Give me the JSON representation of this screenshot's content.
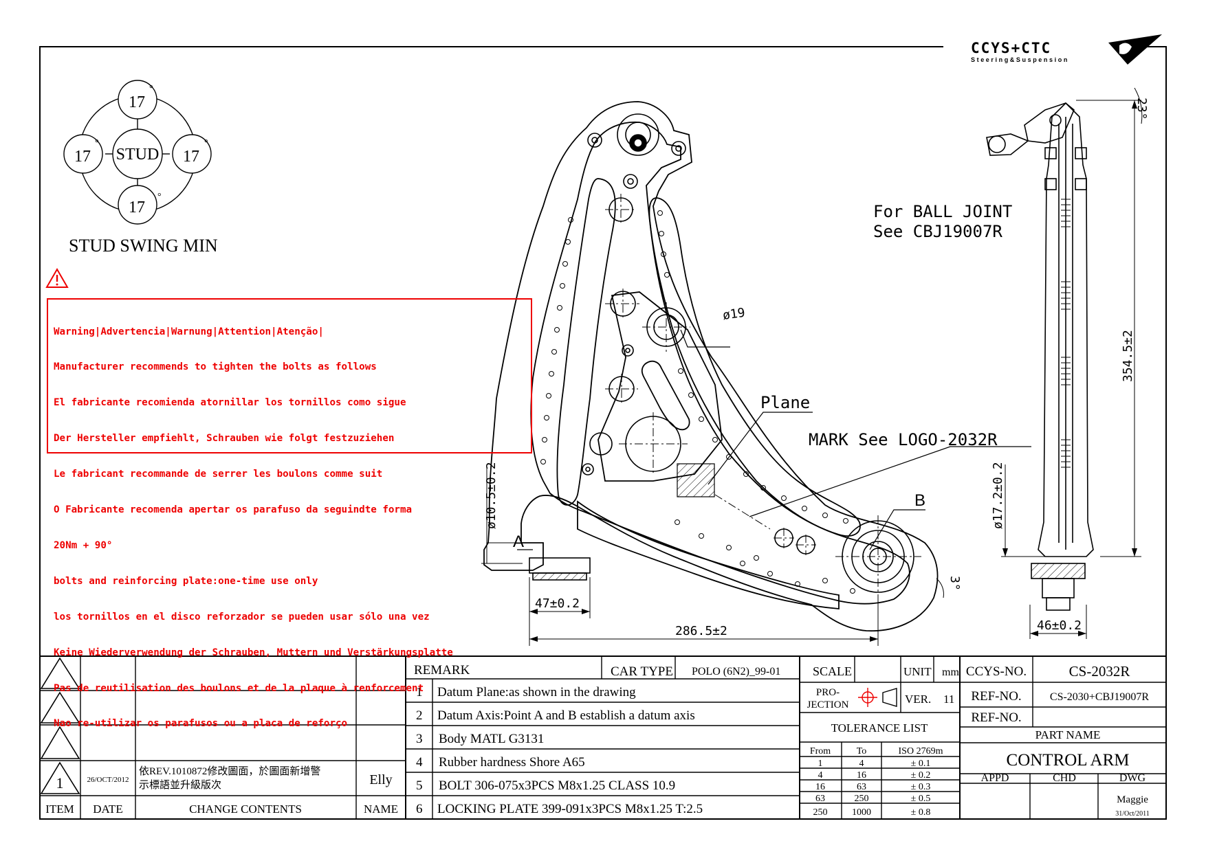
{
  "brand": {
    "name": "CCYS+CTC",
    "tagline": "Steering&Suspension"
  },
  "stud_swing": {
    "center_label": "STUD",
    "angles": [
      "17",
      "17",
      "17",
      "17"
    ],
    "degree": "°",
    "title": "STUD SWING MIN"
  },
  "warning": {
    "lines": [
      "Warning|Advertencia|Warnung|Attention|Atenção|",
      "Manufacturer recommends to tighten the bolts as follows",
      "El fabricante recomienda atornillar los tornillos como sigue",
      "Der Hersteller empfiehlt, Schrauben wie folgt festzuziehen",
      "Le fabricant recommande de serrer les boulons comme suit",
      "O Fabricante recomenda apertar os parafuso da seguindte forma",
      "20Nm + 90°",
      "bolts and reinforcing plate:one-time use only",
      "los tornillos en el disco reforzador se pueden usar sólo una vez",
      "Keine Wiederverwendung der Schrauben, Muttern und Verstärkungsplatte",
      "Pas de reutilisation des boulons et de la plaque à renforcement",
      "Nao re-utilizar os parafusos ou a placa de reforço"
    ],
    "color": "#e00000"
  },
  "annotations": {
    "ball_joint_line1": "For BALL JOINT",
    "ball_joint_line2": "See CBJ19007R",
    "bore": "ø19",
    "plane": "Plane",
    "mark": "MARK See LOGO-2032R",
    "point_a": "A",
    "point_b": "B",
    "angle_23": "23°",
    "angle_3": "3°"
  },
  "dimensions": {
    "d_10_5": "ø10.5±0.2",
    "w_47": "47±0.2",
    "l_286_5": "286.5±2",
    "d_17_2": "ø17.2±0.2",
    "h_354_5": "354.5±2",
    "w_46": "46±0.2"
  },
  "title_block": {
    "remark_header": "REMARK",
    "car_type_label": "CAR TYPE",
    "car_type_value": "POLO (6N2)_99-01",
    "remarks": [
      {
        "num": "1",
        "text": "Datum Plane:as shown in the drawing"
      },
      {
        "num": "2",
        "text": "Datum Axis:Point A and B establish a datum axis"
      },
      {
        "num": "3",
        "text": "Body MATL G3131"
      },
      {
        "num": "4",
        "text": "Rubber hardness Shore A65"
      },
      {
        "num": "5",
        "text": "BOLT 306-075x3PCS M8x1.25 CLASS 10.9"
      },
      {
        "num": "6",
        "text": "LOCKING PLATE 399-091x3PCS M8x1.25 T:2.5"
      }
    ],
    "revision": {
      "item": "1",
      "date": "26/OCT/2012",
      "change_line1": "依REV.1010872修改圖面，於圖面新增警",
      "change_line2": "示標語並升級版次",
      "name": "Elly"
    },
    "headers": {
      "item": "ITEM",
      "date": "DATE",
      "change": "CHANGE CONTENTS",
      "name": "NAME"
    },
    "scale_label": "SCALE",
    "unit_label": "UNIT",
    "unit_value": "mm",
    "projection_line1": "PRO-",
    "projection_line2": "JECTION",
    "ver_label": "VER.",
    "ver_value": "11",
    "tolerance_title": "TOLERANCE LIST",
    "tolerance_headers": [
      "From",
      "To",
      "ISO 2769m"
    ],
    "tolerance_rows": [
      [
        "1",
        "4",
        "± 0.1"
      ],
      [
        "4",
        "16",
        "± 0.2"
      ],
      [
        "16",
        "63",
        "± 0.3"
      ],
      [
        "63",
        "250",
        "± 0.5"
      ],
      [
        "250",
        "1000",
        "± 0.8"
      ]
    ],
    "ccys_no_label": "CCYS-NO.",
    "ccys_no_value": "CS-2032R",
    "ref_no_label": "REF-NO.",
    "ref_no_value": "CS-2030+CBJ19007R",
    "ref_no2_label": "REF-NO.",
    "part_name_label": "PART NAME",
    "part_name_value": "CONTROL ARM",
    "appd_label": "APPD",
    "chd_label": "CHD",
    "dwg_label": "DWG",
    "dwg_name": "Maggie",
    "dwg_date": "31/Oct/2011"
  }
}
